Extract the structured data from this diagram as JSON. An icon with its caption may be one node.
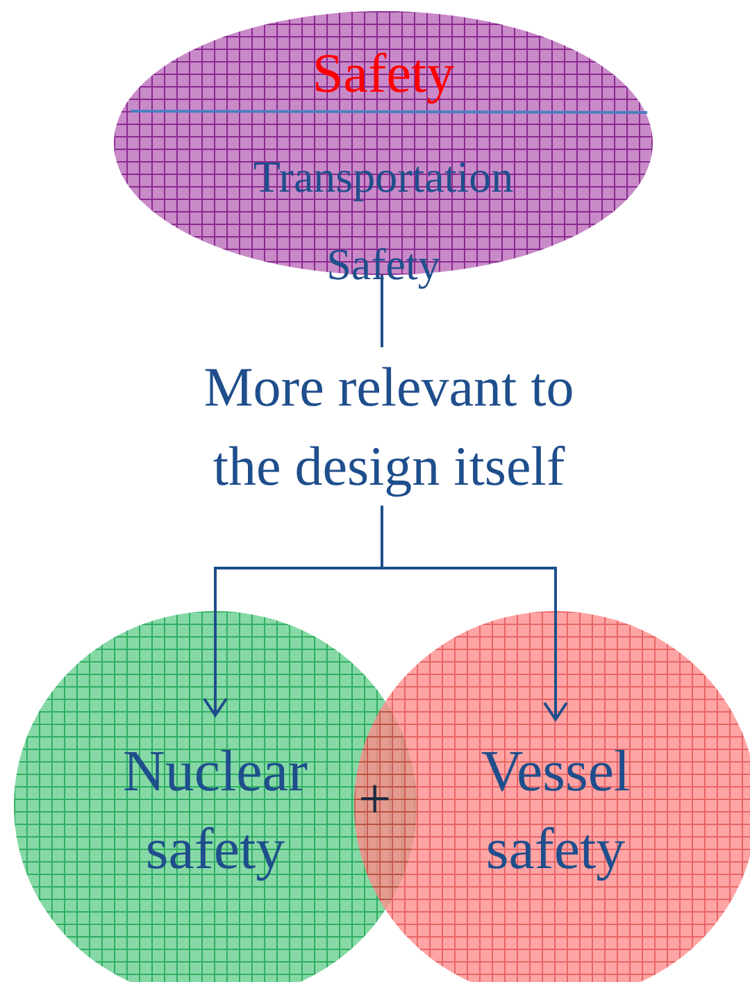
{
  "diagram": {
    "nodes": [
      {
        "text": [
          "Safety",
          "Transportation Safety"
        ]
      },
      {
        "text": [
          "Nuclear safety"
        ]
      },
      {
        "text": [
          "Vessel safety"
        ]
      }
    ],
    "edges": [
      {
        "from": 0,
        "to": 1,
        "arrow": "to",
        "label": "More relevant to the design itself"
      },
      {
        "from": 0,
        "to": 2,
        "arrow": "to"
      }
    ],
    "labels": [
      "+"
    ]
  }
}
